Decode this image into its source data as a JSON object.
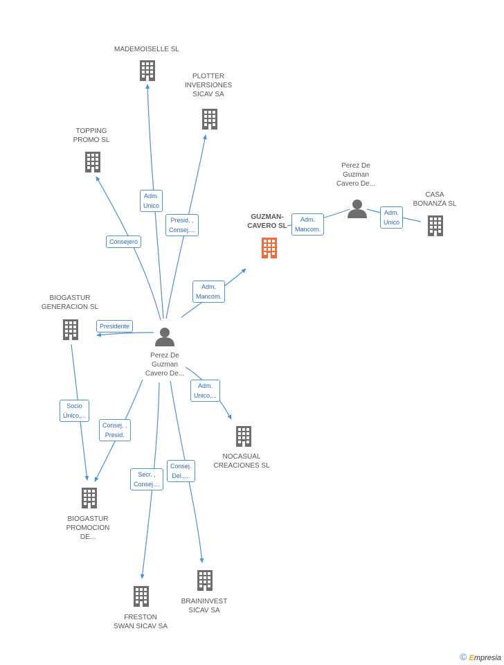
{
  "nodes": {
    "mademoiselle": "MADEMOISELLE SL",
    "plotter": [
      "PLOTTER",
      "INVERSIONES",
      "SICAV SA"
    ],
    "topping": [
      "TOPPING",
      "PROMO SL"
    ],
    "guzman_cavero": [
      "GUZMAN-",
      "CAVERO SL"
    ],
    "perez_right": [
      "Perez De",
      "Guzman",
      "Cavero De..."
    ],
    "casa_bonanza": [
      "CASA",
      "BONANZA SL"
    ],
    "biogastur_gen": [
      "BIOGASTUR",
      "GENERACION SL"
    ],
    "perez_center": [
      "Perez De",
      "Guzman",
      "Cavero De..."
    ],
    "nocasual": [
      "NOCASUAL",
      "CREACIONES SL"
    ],
    "biogastur_prom": [
      "BIOGASTUR",
      "PROMOCION",
      "DE..."
    ],
    "braininvest": [
      "BRAININVEST",
      "SICAV SA"
    ],
    "freston": [
      "FRESTON",
      "SWAN SICAV SA"
    ]
  },
  "relations": {
    "adm_unico_mad": [
      "Adm.",
      "Unico"
    ],
    "presid_consej": [
      "Presid. ,",
      "Consej...."
    ],
    "consejero": [
      "Consejero"
    ],
    "adm_mancom_c": [
      "Adm.",
      "Mancom."
    ],
    "adm_mancom_r": [
      "Adm.",
      "Mancom."
    ],
    "adm_unico_casa": [
      "Adm.",
      "Unico"
    ],
    "presidente": [
      "Presidente"
    ],
    "adm_unico_noc": [
      "Adm.",
      "Unico,..."
    ],
    "socio_unico": [
      "Socio",
      "Único,..."
    ],
    "consej_presid": [
      "Consej. ,",
      "Presid."
    ],
    "consej_del": [
      "Consej.",
      "Del.,..."
    ],
    "secr_consej": [
      "Secr. ,",
      "Consej...."
    ]
  },
  "colors": {
    "edge": "#4a90d9",
    "building": "#6e6e6e",
    "focus_building": "#f26b3a",
    "person": "#6e6e6e"
  },
  "footer": {
    "copyright": "©",
    "brand_e": "E",
    "brand_rest": "mpresia"
  }
}
